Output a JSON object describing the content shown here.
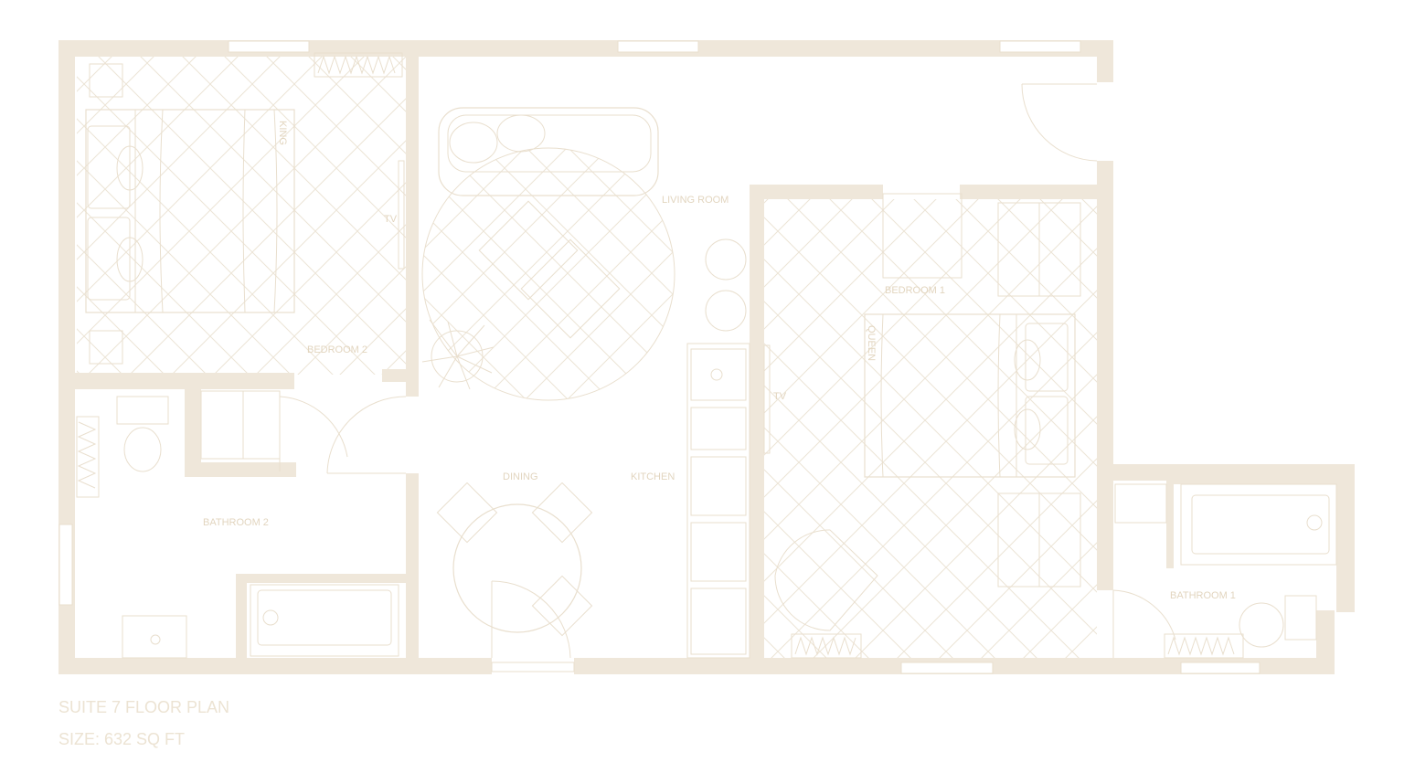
{
  "colors": {
    "wall": "#efe7da",
    "line": "#e9dfce",
    "label": "#e2d5bf",
    "caption": "#ece3d3",
    "background": "#ffffff"
  },
  "plan": {
    "title": "SUITE 7 FLOOR PLAN",
    "size": "SIZE: 632 SQ FT"
  },
  "rooms": {
    "living_room": "LIVING ROOM",
    "bedroom_1": "BEDROOM 1",
    "bedroom_2": "BEDROOM 2",
    "bathroom_1": "BATHROOM 1",
    "bathroom_2": "BATHROOM 2",
    "dining": "DINING",
    "kitchen": "KITCHEN"
  },
  "furniture": {
    "king": "KING",
    "queen": "QUEEN",
    "tv_bedroom_2": "TV",
    "tv_living": "TV"
  }
}
